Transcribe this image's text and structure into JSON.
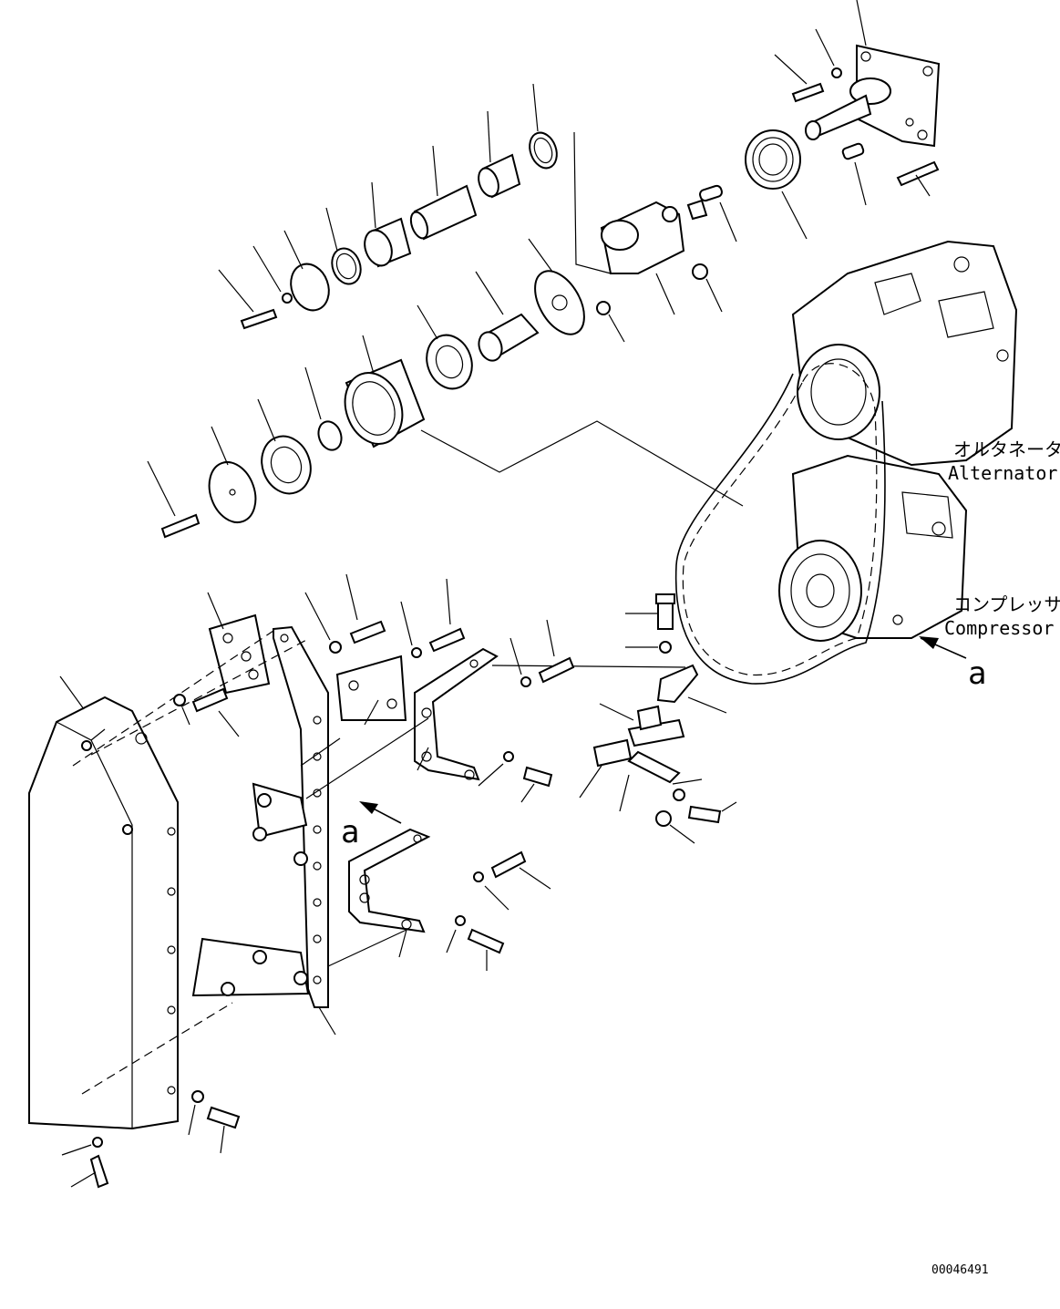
{
  "labels": {
    "alternator_jp": "オルタネータ",
    "alternator_en": "Alternator",
    "compressor_jp": "コンプレッサ",
    "compressor_en": "Compressor",
    "view_a_arrow": "a",
    "view_a_mark": "a",
    "drawing_number": "00046491"
  }
}
